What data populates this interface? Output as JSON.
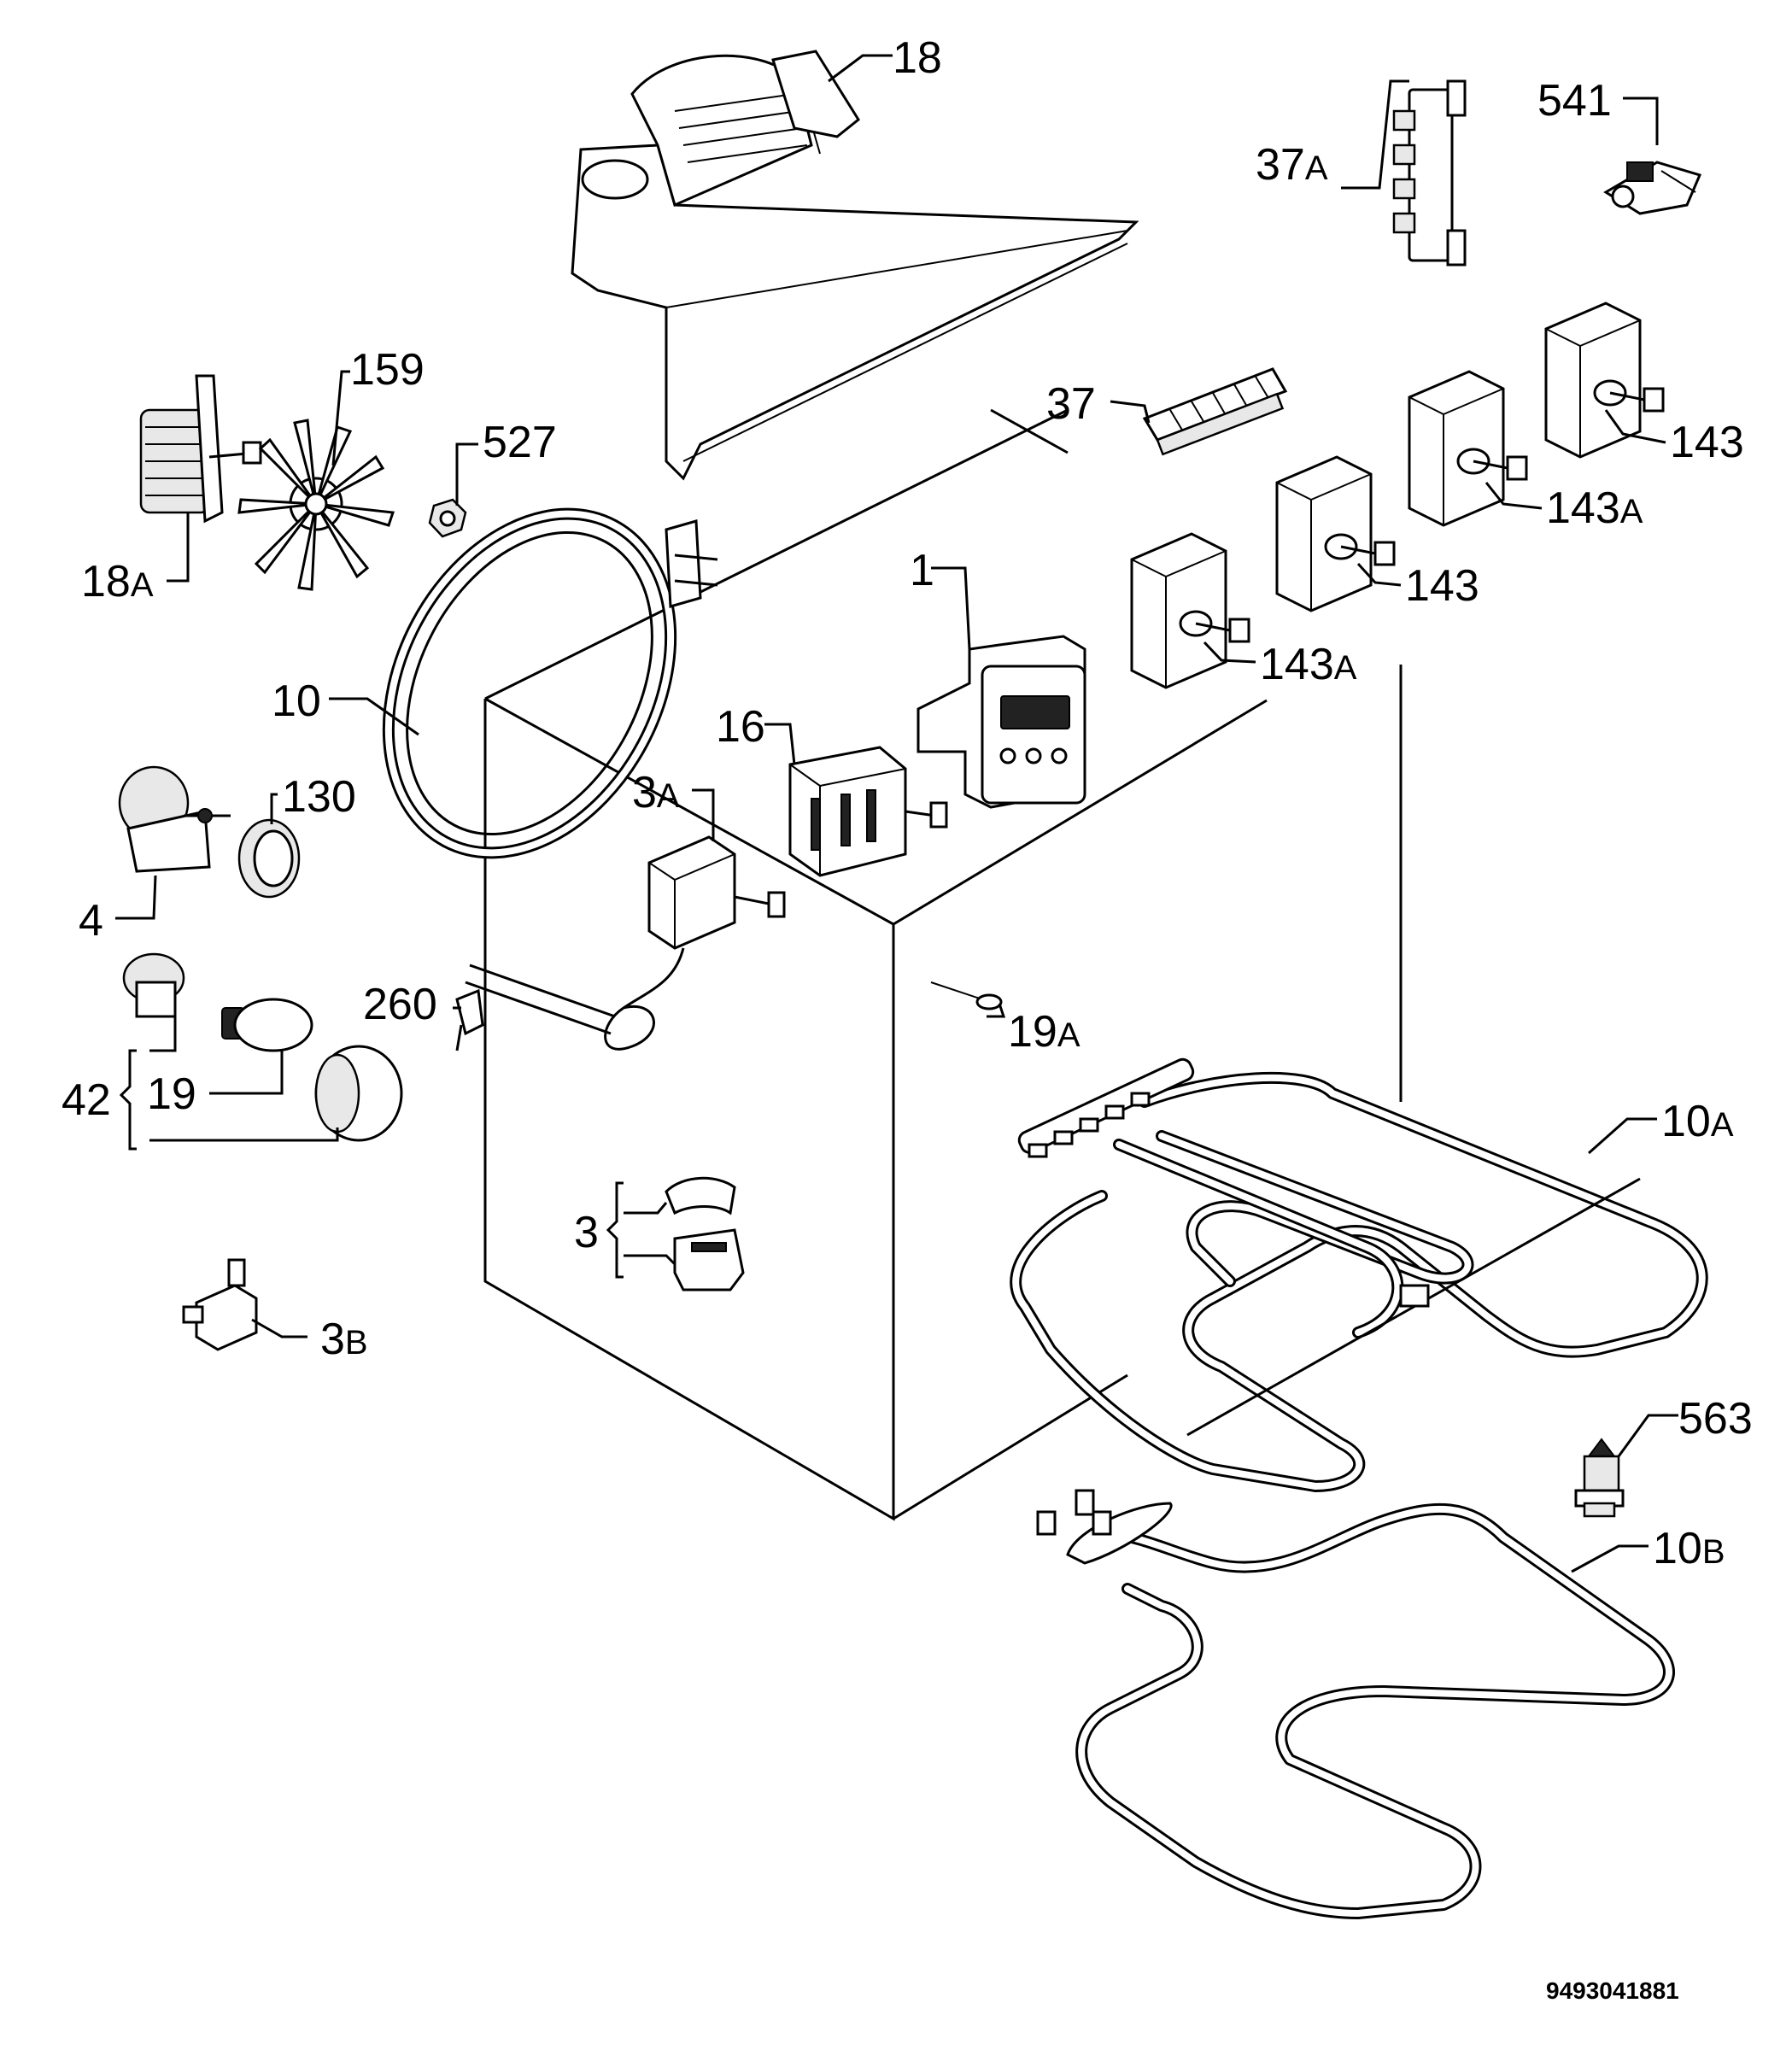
{
  "labels": {
    "p18": "18",
    "p37a": "37",
    "p37a_suffix": "A",
    "p541": "541",
    "p159": "159",
    "p527": "527",
    "p18a": "18",
    "p18a_suffix": "A",
    "p37": "37",
    "p143_top": "143",
    "p143a_top": "143",
    "p143a_top_suffix": "A",
    "p1": "1",
    "p143_mid": "143",
    "p143a_mid": "143",
    "p143a_mid_suffix": "A",
    "p10": "10",
    "p16": "16",
    "p3a": "3",
    "p3a_suffix": "A",
    "p130": "130",
    "p4": "4",
    "p260": "260",
    "p19a": "19",
    "p19a_suffix": "A",
    "p42": "42",
    "p19": "19",
    "p10a": "10",
    "p10a_suffix": "A",
    "p3": "3",
    "p3b": "3",
    "p3b_suffix": "B",
    "p563": "563",
    "p10b": "10",
    "p10b_suffix": "B"
  },
  "reference_number": "9493041881"
}
